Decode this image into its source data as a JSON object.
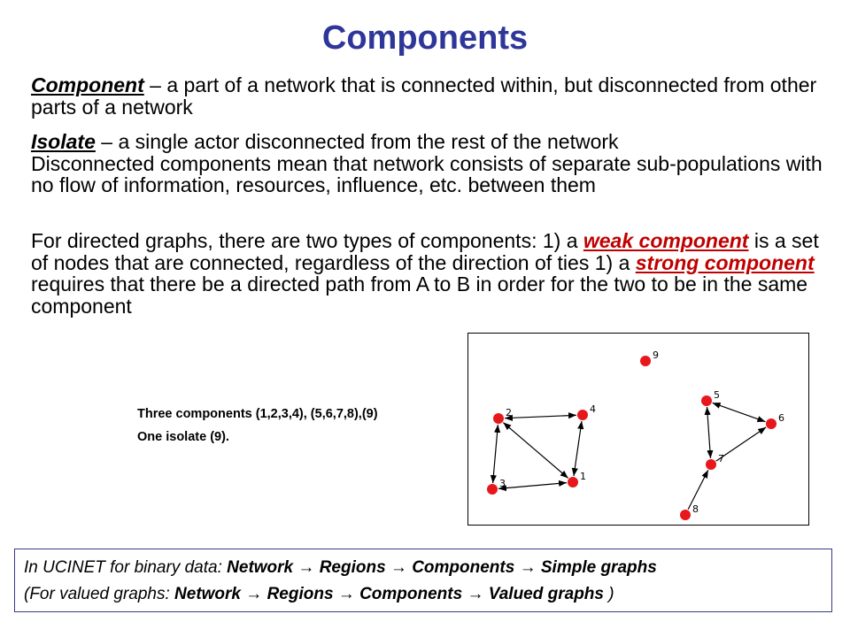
{
  "title": "Components",
  "component_def": {
    "term": "Component",
    "text": " – a part of a network that is connected within, but disconnected from other parts of a network"
  },
  "isolate_def": {
    "term": "Isolate",
    "text1": " – a single actor disconnected from the rest of the network",
    "text2": "Disconnected components mean that network consists of separate sub-populations with no flow of information, resources, influence, etc. between them"
  },
  "directed": {
    "part1": "For directed graphs, there are two types of components: 1) a ",
    "weak_term": "weak component",
    "part2": " is a set of nodes that are connected, regardless of the direction of ties 1) a ",
    "strong_term": "strong component",
    "part3": " requires that there be a directed path from A to B in order for the two to be in the same component"
  },
  "captions": {
    "line1": "Three components (1,2,3,4), (5,6,7,8),(9)",
    "line2": "One isolate (9)."
  },
  "graph": {
    "node_color": "#e8171c",
    "nodes": [
      {
        "id": "1",
        "label": "1"
      },
      {
        "id": "2",
        "label": "2"
      },
      {
        "id": "3",
        "label": "3"
      },
      {
        "id": "4",
        "label": "4"
      },
      {
        "id": "5",
        "label": "5"
      },
      {
        "id": "6",
        "label": "6"
      },
      {
        "id": "7",
        "label": "7"
      },
      {
        "id": "8",
        "label": "8"
      },
      {
        "id": "9",
        "label": "9"
      }
    ],
    "edges": [
      {
        "from": "2",
        "to": "4",
        "directed": "both"
      },
      {
        "from": "2",
        "to": "3",
        "directed": "both"
      },
      {
        "from": "2",
        "to": "1",
        "directed": "both"
      },
      {
        "from": "3",
        "to": "1",
        "directed": "both"
      },
      {
        "from": "4",
        "to": "1",
        "directed": "both"
      },
      {
        "from": "5",
        "to": "6",
        "directed": "both"
      },
      {
        "from": "5",
        "to": "7",
        "directed": "both"
      },
      {
        "from": "7",
        "to": "6",
        "directed": "to"
      },
      {
        "from": "8",
        "to": "7",
        "directed": "to"
      }
    ]
  },
  "ucinet": {
    "line1_prefix": "In UCINET for binary data: ",
    "line1_path": [
      "Network",
      "Regions",
      "Components",
      "Simple graphs"
    ],
    "line2_prefix": "(For valued graphs: ",
    "line2_path": [
      "Network",
      "Regions",
      "Components",
      "Valued graphs"
    ],
    "line2_suffix": " )",
    "arrow": "→"
  }
}
